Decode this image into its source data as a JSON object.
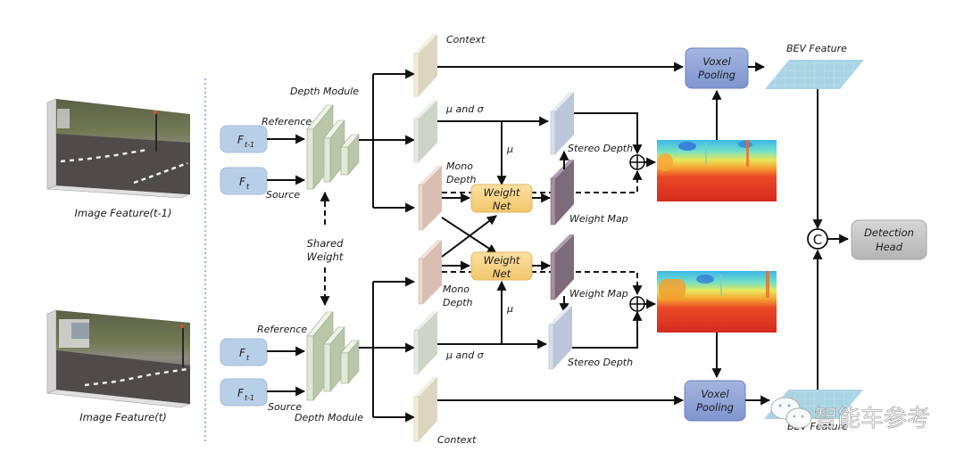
{
  "diagram": {
    "left_panel": {
      "image_top_label": "Image Feature(t-1)",
      "image_bottom_label": "Image Feature(t)"
    },
    "top_branch": {
      "input_reference": "F_{t-1}",
      "input_reference_main": "F",
      "input_reference_sub": "t-1",
      "input_source_main": "F",
      "input_source_sub": "t",
      "reference_label": "Reference",
      "source_label": "Source",
      "depth_module_label": "Depth Module",
      "context_label": "Context",
      "mu_sigma_label": "μ  and σ",
      "mu_label": "μ",
      "mono_depth_label_1": "Mono",
      "mono_depth_label_2": "Depth",
      "stereo_depth_label": "Stereo Depth",
      "weight_net_label_1": "Weight",
      "weight_net_label_2": "Net",
      "weight_map_label": "Weight Map",
      "voxel_pooling_label_1": "Voxel",
      "voxel_pooling_label_2": "Pooling",
      "bev_feature_label": "BEV Feature"
    },
    "bottom_branch": {
      "input_reference_main": "F",
      "input_reference_sub": "t",
      "input_source_main": "F",
      "input_source_sub": "t-1",
      "reference_label": "Reference",
      "source_label": "Source",
      "depth_module_label": "Depth Module",
      "context_label": "Context",
      "mu_sigma_label": "μ  and σ",
      "mu_label": "μ",
      "mono_depth_label_1": "Mono",
      "mono_depth_label_2": "Depth",
      "stereo_depth_label": "Stereo Depth",
      "weight_net_label_1": "Weight",
      "weight_net_label_2": "Net",
      "weight_map_label": "Weight Map",
      "voxel_pooling_label_1": "Voxel",
      "voxel_pooling_label_2": "Pooling",
      "bev_feature_label": "BEV Feature"
    },
    "shared_weight_label_1": "Shared",
    "shared_weight_label_2": "Weight",
    "concat_symbol": "C",
    "sum_symbol": "⊕",
    "detection_head_label_1": "Detection",
    "detection_head_label_2": "Head",
    "watermark": "智能车参考"
  },
  "colors": {
    "input_box": "#b8cfe8",
    "depth_module": "#dfe9d3",
    "context_plane": "#efe6d2",
    "mu_sigma_plane": "#dde3d8",
    "mono_plane": "#e8cfc3",
    "stereo_plane": "#c9d2e3",
    "weight_map_plane": "#8a7284",
    "weight_net": "#f6d28a",
    "voxel_pooling": "#8fa4d6",
    "bev_plane": "#a9d4e4",
    "detection_head": "#c8c8c8"
  }
}
